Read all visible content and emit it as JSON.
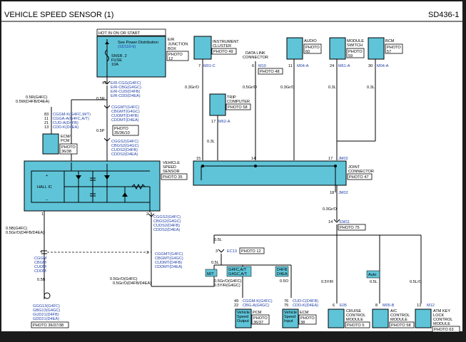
{
  "header": {
    "title": "VEHICLE SPEED SENSOR (1)",
    "code": "SD436-1"
  },
  "junction_box": {
    "hot_label": "HOT IN ON OR START",
    "name": "E/R\nJUNCTION\nBOX",
    "photo": "PHOTO 12",
    "distribution_label": "See Power Distribution",
    "distribution_ref": "(SD110-6)",
    "fuse_lines": [
      "SNSR. 2",
      "FUSE",
      "10A"
    ]
  },
  "instrument_cluster": {
    "name": "INSTRUMENT\nCLUSTER",
    "photo": "PHOTO 49",
    "pin": "7",
    "conn": "M01-C"
  },
  "data_link": {
    "name": "DATA LINK\nCONNECTOR",
    "photo": "PHOTO 48",
    "pin": "6",
    "conn": "M10"
  },
  "audio": {
    "name": "AUDIO",
    "photo": "PHOTO\n60",
    "pin": "11",
    "conn": "M04-A"
  },
  "module_switch": {
    "name": "MODULE\nSWITCH",
    "photo": "PHOTO\n59",
    "pin": "24",
    "conn": "M61-A"
  },
  "bcm": {
    "name": "BCM",
    "photo": "PHOTO\n57",
    "pin": "30",
    "conn": "M04-A"
  },
  "trip_computer": {
    "name": "TRIP\nCOMPUTER",
    "photo": "PHOTO 58",
    "pin": "17",
    "conn": "M62-A"
  },
  "joint_connector": {
    "name": "JOINT\nCONNECTOR",
    "photo": "PHOTO 47",
    "pins": [
      "15",
      "14",
      "17",
      "18"
    ],
    "conn": "JM02",
    "conn_bottom": "JM02"
  },
  "ecm": {
    "name": "ECM/\nPCM",
    "photo": "PHOTO\n36/38"
  },
  "ecm_pins": [
    "83",
    "11",
    "21",
    "13"
  ],
  "ecm_conns": [
    "CGGM-K(G4FC,M/T)",
    "CGGA-A(G4FC,A/T)",
    "CUD-A(D4FB)",
    "CDD-K(D4EA)"
  ],
  "top_conns": [
    "E/R-CGG(G4FC)",
    "E/R-CBG(G4GC)",
    "E/R-CUD(D4FB)",
    "E/R-CDD(D4EA)"
  ],
  "top_pin": "47",
  "vss_conn_a": [
    "CGGMT(G4FC)",
    "CBGMT(G4GC)",
    "CUDMT(D4FB)",
    "CDDMT(D4EA)"
  ],
  "photo_35": "PHOTO\n35/36/10",
  "vss_conn_b": [
    "CGGS2(G4FC)",
    "CBGS2(G4GC)",
    "CUDS2(D4FB)",
    "CDDS2(D4EA)"
  ],
  "vss_conn_c": [
    "CGGS2(G4FC)",
    "CBGS2(G4GC)",
    "CUDS2(D4FB)",
    "CDDS2(D4EA)"
  ],
  "vss_conn_d": [
    "CGGMT(G4FC)",
    "CBGMT(G4GC)",
    "CUDMT(D4FB)",
    "CDDMT(D4EA)"
  ],
  "vss": {
    "name": "VEHICLE\nSPEED\nSENSOR",
    "photo": "PHOTO 35",
    "hall": "HALL IC",
    "pin_top": "1",
    "pin_bottom_l": "1",
    "pin_bottom_r": "2",
    "pin_top_r": "3"
  },
  "wires": {
    "w1": "0.5R(G4FC)\n0.5W(D4FB/D4EA)",
    "w2": "0.5R",
    "w3": "0.5P",
    "w4": "0.3Gr/O",
    "w5": "0.5Gr/O",
    "w6": "0.3Gr/O",
    "w7": "0.3L",
    "w8": "0.3L",
    "w9": "0.3L",
    "w10": "0.3L",
    "w11": "0.3Gr/O",
    "w12": "0.5L",
    "w13": "0.5L",
    "w14": "0.5Y/R",
    "w15": "0.5L",
    "w16": "0.5L/O",
    "w17": "0.5B(G4FC)\n0.5Gr/O(D4FB/D4EA)",
    "w18": "0.5B",
    "w19": "0.5Gr/O(G4FC)\n0.5Gr/O(D4FB/D4EA)",
    "w20": "0.5Gr/O(G4FC)\n0.5Y/R(G4GC)",
    "w21": "0.5O"
  },
  "gnd_conns": [
    "GGG13(G4FC)",
    "GBG13(G4GC)",
    "GUD21(D4FB)",
    "GDD21(D4EA)"
  ],
  "gnd_photo": "PHOTO 36/37/38",
  "em11": {
    "pin": "14",
    "conn": "EM11",
    "photo": "PHOTO 75"
  },
  "ec13": {
    "pin": "3",
    "conn": "EC13",
    "photo": "PHOTO 12"
  },
  "mt_label": "M/T",
  "at_label": "G4FC,A/T\nG4GC,A/T",
  "d4_label": "D4FB\nD4EA",
  "auto_label": "Auto",
  "pcm_bottom": {
    "pins": [
      "49",
      "22"
    ],
    "conns": [
      "CGGM-K(G4FC)",
      "CBG-A(G4GC)"
    ],
    "name": "PCM",
    "photo": "PHOTO\n36/37",
    "inner": "Vehicle\nSpeed\nOutput"
  },
  "ecm_bottom": {
    "pins": [
      "76",
      "75"
    ],
    "conns": [
      "CUD-C(D4FB)",
      "CDD-K(D4EA)"
    ],
    "name": "ECM",
    "photo": "PHOTO\n38",
    "inner": "Vehicle\nSpeed\nInput"
  },
  "cruise": {
    "pin": "6",
    "conn": "E05",
    "name": "CRUISE\nCONTROL\nMODULE",
    "photo": "PHOTO 5"
  },
  "ac": {
    "pin": "8",
    "conn": "M05-B",
    "name": "A/C\nCONTROL\nMODULE",
    "photo": "PHOTO 58"
  },
  "atm": {
    "pin": "13",
    "conn": "M12",
    "name": "ATM KEY\nLOCK\nCONTROL\nMODULE",
    "photo": "PHOTO 63"
  },
  "colors": {
    "box": "#5fc4d8",
    "blue_text": "#1f3fa8",
    "frame": "#1b1b1b"
  }
}
